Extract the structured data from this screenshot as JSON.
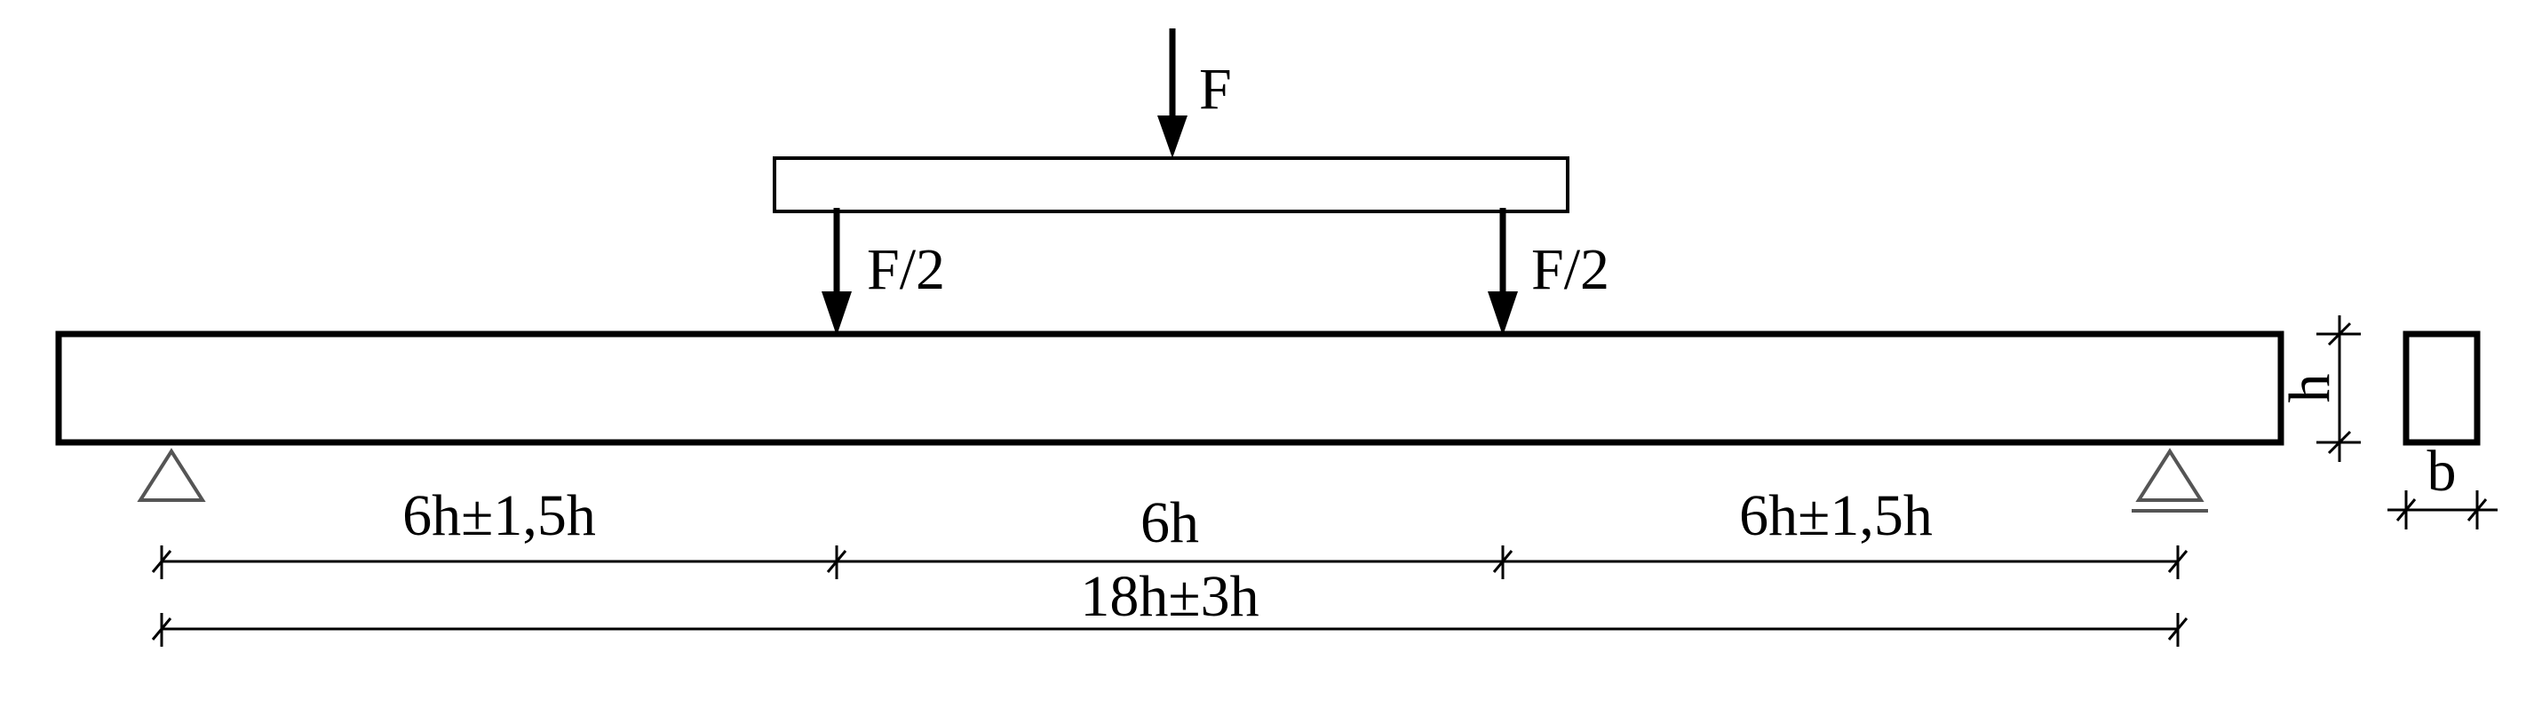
{
  "loads": {
    "total": "F",
    "left": "F/2",
    "right": "F/2"
  },
  "dimensions": {
    "left_span": "6h±1,5h",
    "middle_span": "6h",
    "right_span": "6h±1,5h",
    "total_span": "18h±3h",
    "height": "h",
    "width": "b"
  },
  "colors": {
    "line": "#000000",
    "support": "#555555",
    "background": "#ffffff"
  }
}
